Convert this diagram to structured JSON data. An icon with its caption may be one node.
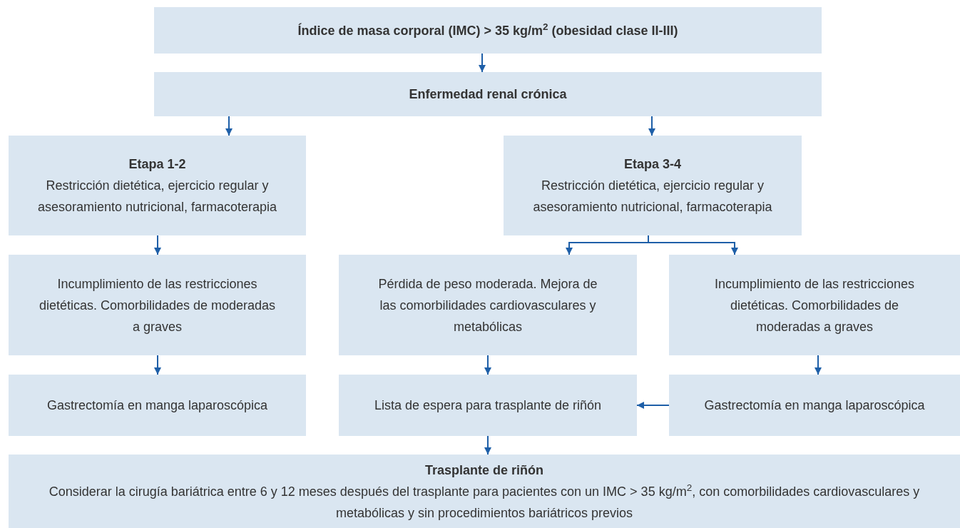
{
  "diagram": {
    "nodes": [
      {
        "text": [
          "Índice de masa corporal (IMC) > 35 kg/m$^{2}$ (obesidad clase II-III)"
        ]
      },
      {
        "text": [
          "Enfermedad renal crónica"
        ]
      },
      {
        "text": [
          "Etapa 1-2",
          "Restricción dietética, ejercicio regular y asesoramiento nutricional, farmacoterapia"
        ]
      },
      {
        "text": [
          "Etapa 3-4",
          "Restricción dietética, ejercicio regular y asesoramiento nutricional, farmacoterapia"
        ]
      },
      {
        "text": [
          "Incumplimiento de las restricciones dietéticas. Comorbilidades de moderadas a graves"
        ]
      },
      {
        "text": [
          "Pérdida de peso moderada. Mejora de las comorbilidades cardiovasculares y metabólicas"
        ]
      },
      {
        "text": [
          "Incumplimiento de las restricciones dietéticas. Comorbilidades de moderadas a graves"
        ]
      },
      {
        "text": [
          "Gastrectomía en manga laparoscópica"
        ]
      },
      {
        "text": [
          "Lista de espera para trasplante de riñón"
        ]
      },
      {
        "text": [
          "Gastrectomía en manga laparoscópica"
        ]
      },
      {
        "text": [
          "Trasplante de riñón",
          "Considerar la cirugía bariátrica entre 6 y 12 meses después del trasplante para pacientes con un IMC > 35 kg/m$^{2}$, con comorbilidades cardiovasculares y metabólicas y sin procedimientos bariátricos previos"
        ]
      }
    ],
    "edges": [
      {
        "from": 0,
        "to": 1,
        "arrow": "to"
      },
      {
        "from": 1,
        "to": 2,
        "arrow": "to"
      },
      {
        "from": 1,
        "to": 3,
        "arrow": "to"
      },
      {
        "from": 2,
        "to": 4,
        "arrow": "to"
      },
      {
        "from": 3,
        "to": 5,
        "arrow": "to"
      },
      {
        "from": 3,
        "to": 6,
        "arrow": "to"
      },
      {
        "from": 4,
        "to": 7,
        "arrow": "to"
      },
      {
        "from": 5,
        "to": 8,
        "arrow": "to"
      },
      {
        "from": 6,
        "to": 9,
        "arrow": "to"
      },
      {
        "from": 9,
        "to": 8,
        "arrow": "to"
      },
      {
        "from": 8,
        "to": 10,
        "arrow": "to"
      }
    ]
  }
}
